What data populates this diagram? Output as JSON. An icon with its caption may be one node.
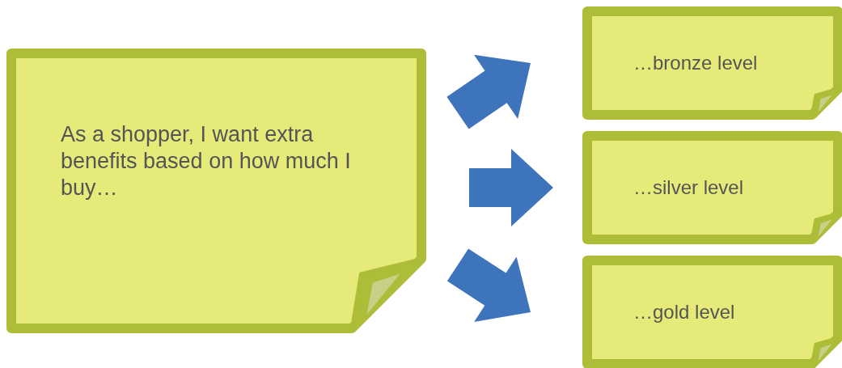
{
  "diagram": {
    "nodes": [
      {
        "text": [
          "As a shopper, I want extra benefits based on how much I buy…"
        ]
      },
      {
        "text": [
          "…bronze level"
        ]
      },
      {
        "text": [
          "…silver level"
        ]
      },
      {
        "text": [
          "…gold level"
        ]
      }
    ],
    "edges": [
      {
        "from": 0,
        "to": 1,
        "arrow": "to",
        "style": "thick"
      },
      {
        "from": 0,
        "to": 2,
        "arrow": "to",
        "style": "thick"
      },
      {
        "from": 0,
        "to": 3,
        "arrow": "to",
        "style": "thick"
      }
    ]
  }
}
